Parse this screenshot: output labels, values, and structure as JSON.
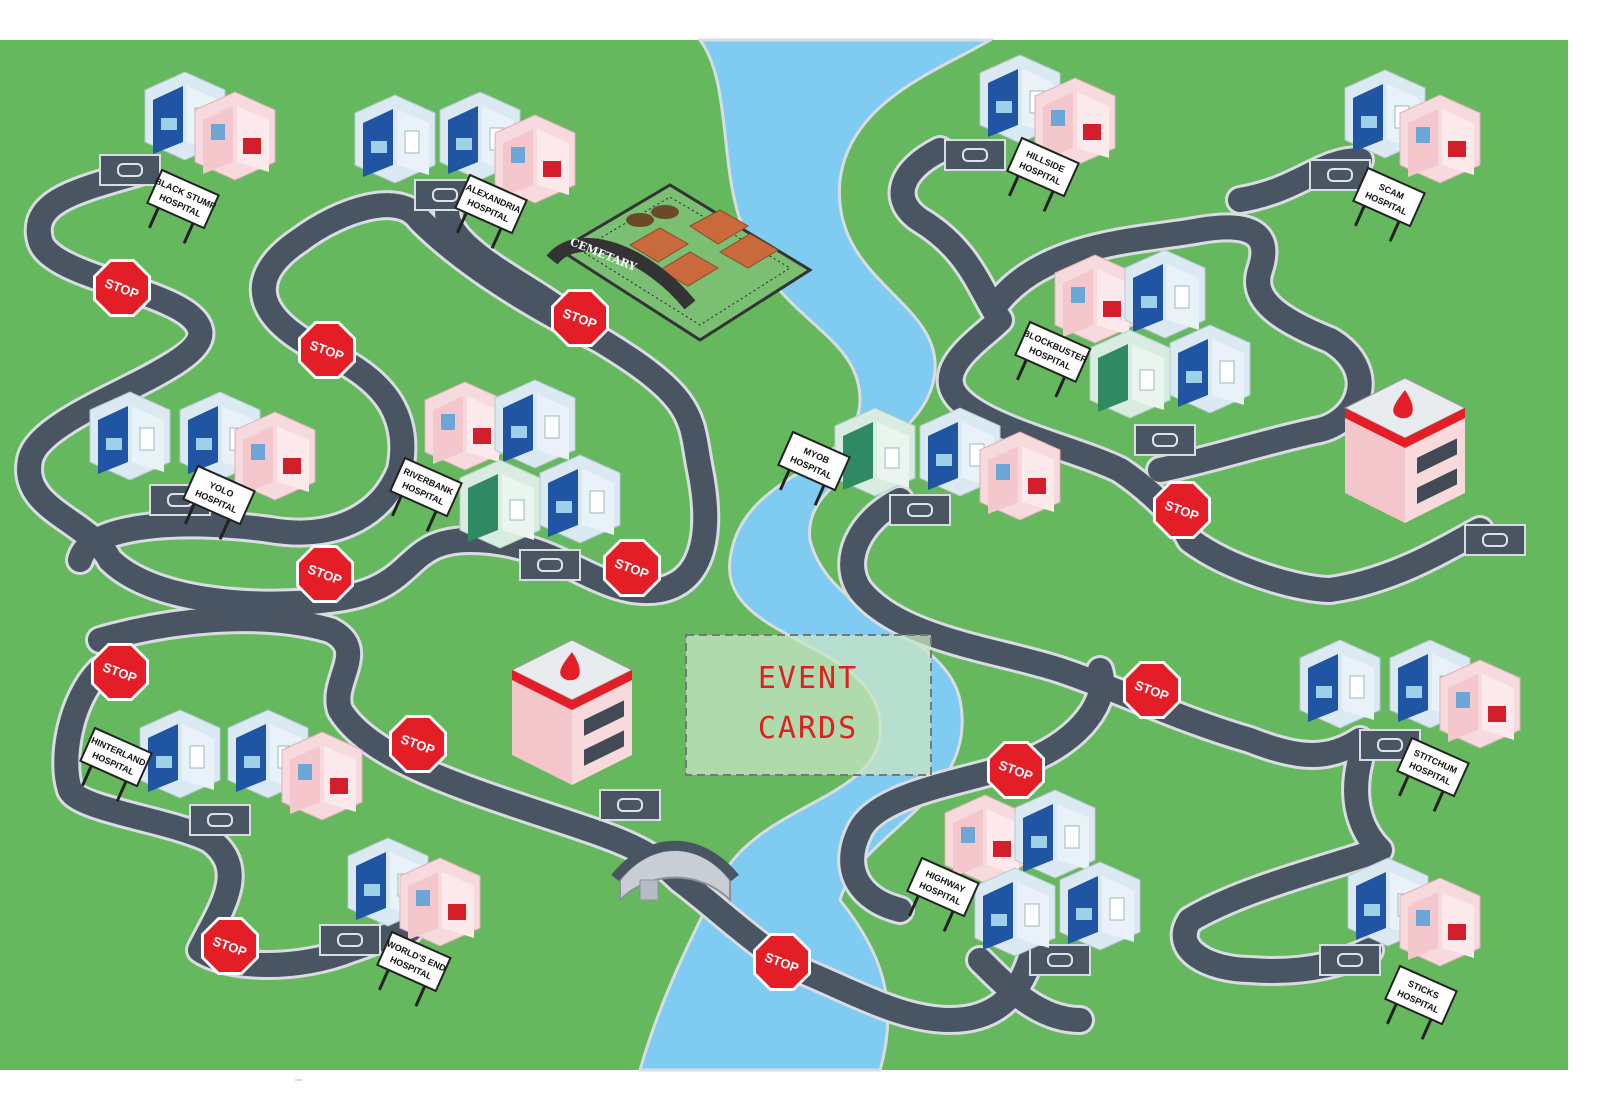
{
  "board": {
    "colors": {
      "grass": "#66b85f",
      "river": "#7fcbf2",
      "road": "#4a5563",
      "road_edge": "#d9dde2",
      "stop": "#e41e26",
      "event_card_fill": "#c8e6c4",
      "ward_blue": "#1f55a3",
      "ward_pink": "#f3c7cc",
      "ward_green": "#2f8a63"
    },
    "event_cards": {
      "line1": "EVENT",
      "line2": "CARDS"
    },
    "cemetery": {
      "label": "CEMETARY"
    },
    "stop_label": "STOP",
    "hospitals": [
      {
        "id": "black-stump",
        "line1": "BLACK STUMP",
        "line2": "HOSPITAL"
      },
      {
        "id": "alexandria",
        "line1": "ALEXANDRIA",
        "line2": "HOSPITAL"
      },
      {
        "id": "hillside",
        "line1": "HILLSIDE",
        "line2": "HOSPITAL"
      },
      {
        "id": "scam",
        "line1": "SCAM",
        "line2": "HOSPITAL"
      },
      {
        "id": "blockbuster",
        "line1": "BLOCKBUSTER",
        "line2": "HOSPITAL"
      },
      {
        "id": "yolo",
        "line1": "YOLO",
        "line2": "HOSPITAL"
      },
      {
        "id": "riverbank",
        "line1": "RIVERBANK",
        "line2": "HOSPITAL"
      },
      {
        "id": "myob",
        "line1": "MYOB",
        "line2": "HOSPITAL"
      },
      {
        "id": "hinterland",
        "line1": "HINTERLAND",
        "line2": "HOSPITAL"
      },
      {
        "id": "stitchum",
        "line1": "STITCHUM",
        "line2": "HOSPITAL"
      },
      {
        "id": "highway",
        "line1": "HIGHWAY",
        "line2": "HOSPITAL"
      },
      {
        "id": "worlds-end",
        "line1": "WORLD'S END",
        "line2": "HOSPITAL"
      },
      {
        "id": "sticks",
        "line1": "STICKS",
        "line2": "HOSPITAL"
      }
    ]
  }
}
